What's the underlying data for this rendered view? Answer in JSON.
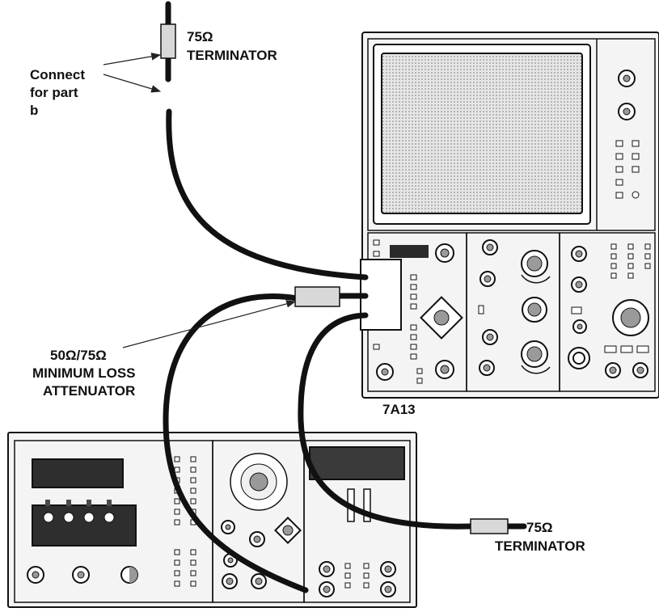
{
  "labels": {
    "top_terminator_value": "75Ω",
    "top_terminator_name": "TERMINATOR",
    "connect_line1": "Connect",
    "connect_line2": "for part",
    "connect_line3": "b",
    "attenuator_line1": "50Ω/75Ω",
    "attenuator_line2": "MINIMUM LOSS",
    "attenuator_line3": "ATTENUATOR",
    "plugin_name": "7A13",
    "right_terminator_value": "75Ω",
    "right_terminator_name": "TERMINATOR"
  }
}
